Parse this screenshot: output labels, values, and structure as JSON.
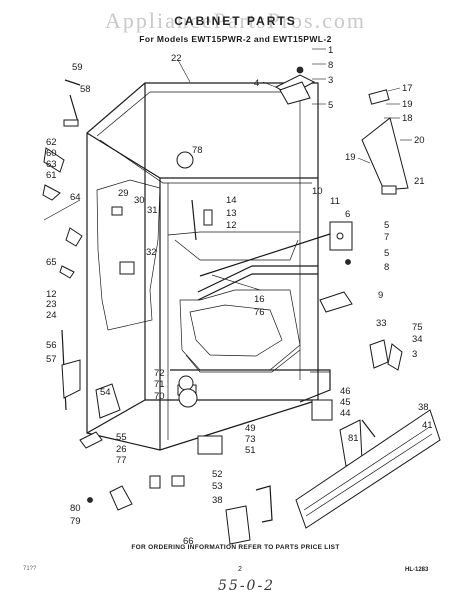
{
  "watermark": "AppliancePartsPros.com",
  "title": "CABINET PARTS",
  "subtitle": "For Models EWT15PWR-2 and EWT15PWL-2",
  "footer": "FOR ORDERING INFORMATION REFER TO PARTS PRICE LIST",
  "page_number": "2",
  "drawing_code": "HL-1283",
  "left_code": "71??",
  "handwritten_note": "55-0-2",
  "callouts": [
    "22",
    "1",
    "8",
    "3",
    "4",
    "5",
    "59",
    "58",
    "78",
    "17",
    "19",
    "18",
    "20",
    "62",
    "60",
    "63",
    "61",
    "64",
    "19",
    "21",
    "10",
    "11",
    "6",
    "29",
    "30",
    "31",
    "14",
    "13",
    "12",
    "5",
    "7",
    "5",
    "8",
    "32",
    "65",
    "12",
    "23",
    "24",
    "16",
    "76",
    "9",
    "33",
    "75",
    "34",
    "3",
    "56",
    "57",
    "72",
    "71",
    "70",
    "54",
    "46",
    "45",
    "44",
    "49",
    "73",
    "51",
    "38",
    "41",
    "81",
    "55",
    "26",
    "77",
    "52",
    "53",
    "38",
    "80",
    "79",
    "66"
  ]
}
